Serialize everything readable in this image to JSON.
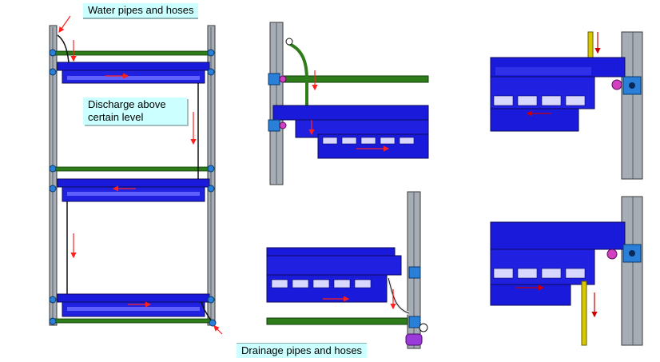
{
  "labels": {
    "water": "Water pipes and hoses",
    "discharge": "Discharge above certain level",
    "drainage": "Drainage pipes and hoses"
  },
  "colors": {
    "tray_blue": "#1a1adb",
    "tray_dark": "#0a0a8a",
    "pipe_green": "#2e7d1a",
    "frame_grey": "#9aa0a8",
    "frame_dark": "#3a3a3a",
    "flow_arrow": "#ff2020",
    "callout_bg": "#ccffff",
    "clamp_blue": "#2a7fd8",
    "clamp_magenta": "#d040c0",
    "hose_yellow": "#d8c800"
  },
  "icons": [
    "flow-arrow-icon",
    "pipe-clamp-icon",
    "bolt-icon"
  ]
}
